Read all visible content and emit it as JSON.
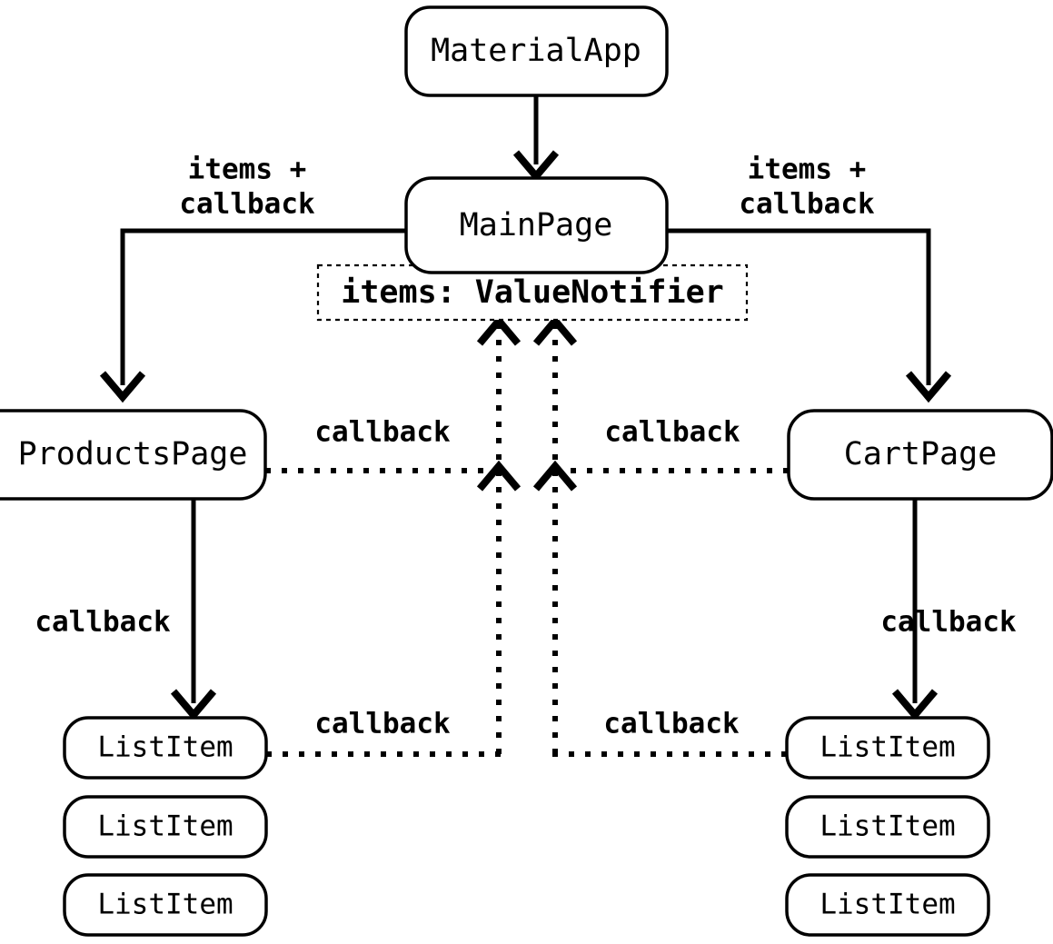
{
  "diagram": {
    "title": "Flutter widget tree with ValueNotifier state sharing",
    "background_color": "#ffffff",
    "stroke_color": "#000000",
    "nodes": {
      "material_app": {
        "label": "MaterialApp"
      },
      "main_page": {
        "label": "MainPage"
      },
      "state_box": {
        "label": "items: ValueNotifier"
      },
      "products_page": {
        "label": "ProductsPage"
      },
      "cart_page": {
        "label": "CartPage"
      },
      "products_list_items": [
        {
          "label": "ListItem"
        },
        {
          "label": "ListItem"
        },
        {
          "label": "ListItem"
        }
      ],
      "cart_list_items": [
        {
          "label": "ListItem"
        },
        {
          "label": "ListItem"
        },
        {
          "label": "ListItem"
        }
      ]
    },
    "edge_labels": {
      "main_to_products_line1": "items +",
      "main_to_products_line2": "callback",
      "main_to_cart_line1": "items +",
      "main_to_cart_line2": "callback",
      "products_to_state": "callback",
      "cart_to_state": "callback",
      "products_to_listitem": "callback",
      "cart_to_listitem": "callback",
      "products_listitem_to_state": "callback",
      "cart_listitem_to_state": "callback"
    }
  }
}
